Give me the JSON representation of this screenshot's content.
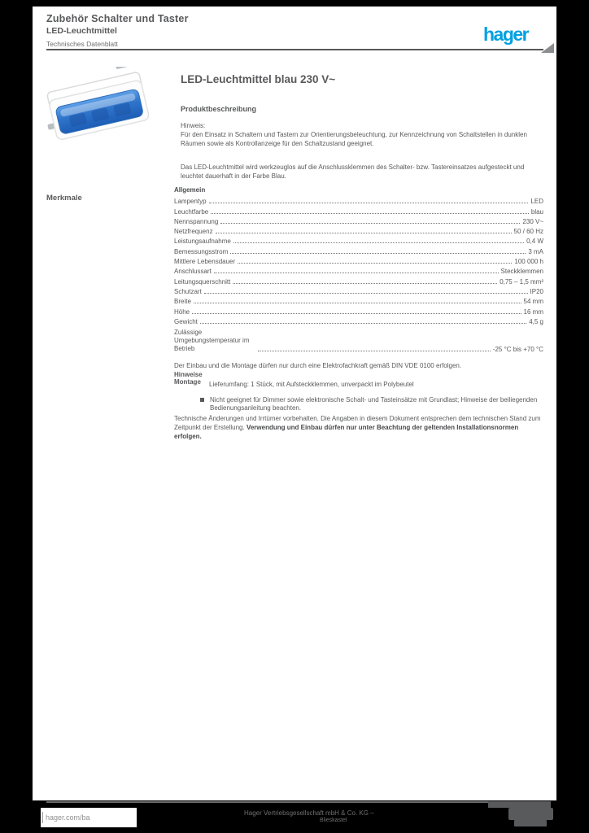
{
  "brand": {
    "logo_text": "hager",
    "logo_color": "#00A0E1"
  },
  "header": {
    "category": "Zubehör Schalter und Taster",
    "family": "LED-Leuchtmittel",
    "doc_type": "Technisches Datenblatt"
  },
  "product": {
    "title": "LED-Leuchtmittel blau 230 V~",
    "intro_heading": "Produktbeschreibung",
    "intro_label": "Hinweis:",
    "paragraph1": "Für den Einsatz in Schaltern und Tastern zur Orientierungsbeleuchtung, zur Kennzeichnung von Schaltstellen in dunklen Räumen sowie als Kontrollanzeige für den Schaltzustand geeignet.",
    "paragraph2": "Das LED-Leuchtmittel wird werkzeuglos auf die Anschlussklemmen des Schalter- bzw. Tastereinsatzes aufgesteckt und leuchtet dauerhaft in der Farbe Blau."
  },
  "sidebar_label": "Merkmale",
  "specs": {
    "section_title": "Allgemein",
    "rows": [
      {
        "label": "Lampentyp",
        "value": "LED"
      },
      {
        "label": "Leuchtfarbe",
        "value": "blau"
      },
      {
        "label": "Nennspannung",
        "value": "230 V~"
      },
      {
        "label": "Netzfrequenz",
        "value": "50 / 60 Hz"
      },
      {
        "label": "Leistungsaufnahme",
        "value": "0,4 W"
      },
      {
        "label": "Bemessungsstrom",
        "value": "3 mA"
      },
      {
        "label": "Mittlere Lebensdauer",
        "value": "100 000 h"
      },
      {
        "label": "Anschlussart",
        "value": "Steckklemmen"
      },
      {
        "label": "Leitungsquerschnitt",
        "value": "0,75 – 1,5 mm²"
      },
      {
        "label": "Schutzart",
        "value": "IP20"
      },
      {
        "label": "Breite",
        "value": "54 mm"
      },
      {
        "label": "Höhe",
        "value": "16 mm"
      },
      {
        "label": "Gewicht",
        "value": "4,5 g"
      }
    ],
    "temp_row": {
      "label": "Zulässige Umgebungstemperatur im Betrieb",
      "value": "-25 °C bis +70 °C"
    }
  },
  "notes": {
    "section_title": "Hinweise Montage",
    "line1": "Der Einbau und die Montage dürfen nur durch eine Elektrofachkraft gemäß DIN VDE 0100 erfolgen.",
    "line2": "Lieferumfang: 1 Stück, mit Aufsteckklemmen, unverpackt im Polybeutel",
    "bullet": "Nicht geeignet für Dimmer sowie elektronische Schalt- und Tasteinsätze mit Grundlast; Hinweise der beiliegenden Bedienungsanleitung beachten.",
    "closing1": "Technische Änderungen und Irrtümer vorbehalten. Die Angaben in diesem Dokument entsprechen dem technischen Stand zum Zeitpunkt der Erstellung.",
    "closing2": "Verwendung und Einbau dürfen nur unter Beachtung der geltenden Installationsnormen erfolgen."
  },
  "footer": {
    "url": "hager.com/ba",
    "company": "Hager Vertriebsgesellschaft mbH & Co. KG –",
    "location": "Blieskastel"
  }
}
